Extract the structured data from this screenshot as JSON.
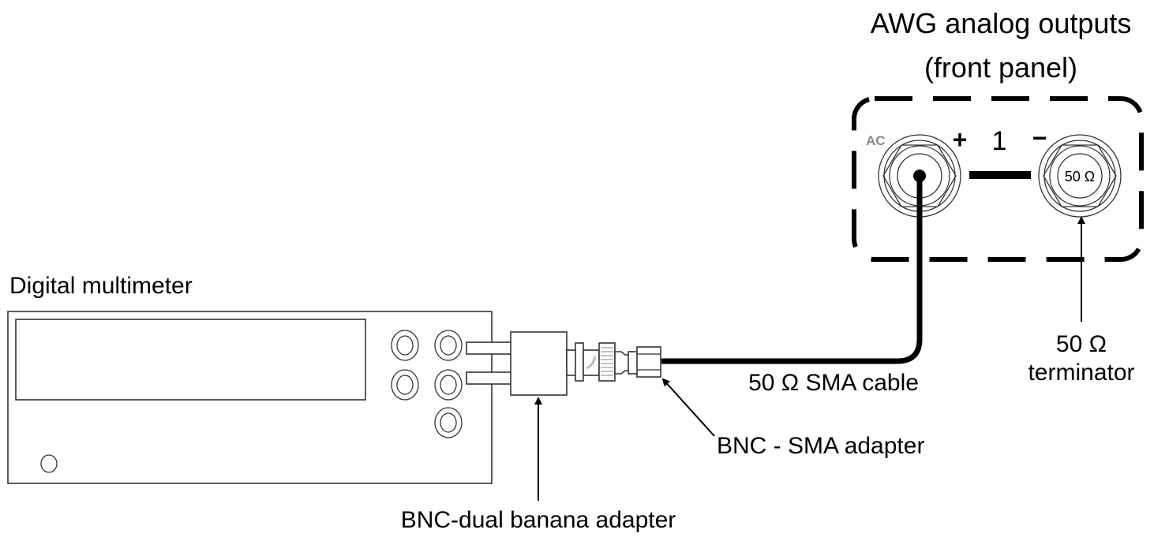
{
  "diagram": {
    "title_line1": "AWG analog outputs",
    "title_line2": "(front panel)",
    "panel": {
      "ac_label": "AC",
      "plus_label": "+",
      "channel_label": "1",
      "minus_label": "−",
      "terminator_text": "50 Ω"
    },
    "labels": {
      "multimeter": "Digital multimeter",
      "sma_cable": "50 Ω SMA cable",
      "bnc_sma_adapter": "BNC - SMA adapter",
      "bnc_banana_adapter": "BNC-dual banana adapter",
      "terminator_line1": "50 Ω",
      "terminator_line2": "terminator"
    },
    "colors": {
      "ink": "#000000",
      "ac_label": "#888888",
      "line": "#333333"
    }
  }
}
